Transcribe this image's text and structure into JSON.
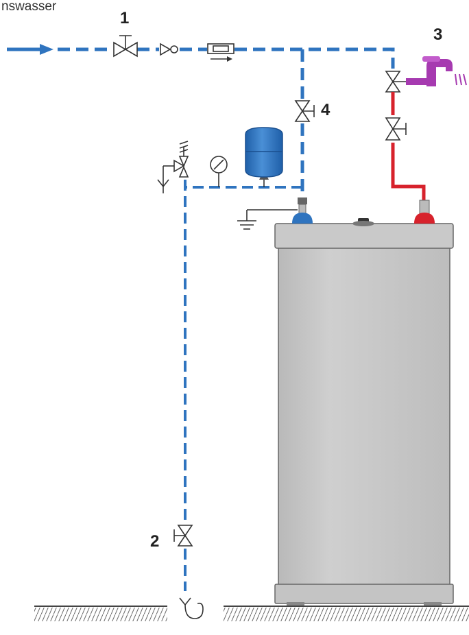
{
  "caption": "nswasser",
  "labels": {
    "valve_1": "1",
    "valve_2": "2",
    "tap_3": "3",
    "valve_4": "4"
  },
  "colors": {
    "cold_water": "#2f74bf",
    "hot_water": "#d7222c",
    "faucet": "#a63ab0",
    "boiler_body": "#c8c8c8",
    "expansion_vessel": "#2f74bf"
  }
}
